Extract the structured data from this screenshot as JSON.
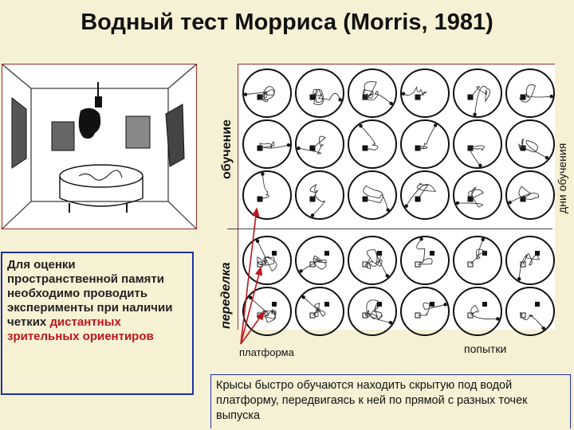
{
  "title": "Водный тест Морриса (Morris, 1981)",
  "labels": {
    "training": "обучение",
    "rearrangement": "переделка",
    "training_days": "дни обучения",
    "platform": "платформа",
    "trials": "попытки"
  },
  "info_box": {
    "normal": "Для оценки пространственной памяти необходимо проводить эксперименты при наличии четких ",
    "highlight": "дистантных зрительных ориентиров"
  },
  "caption": "Крысы быстро обучаются находить скрытую под водой платформу, передвигаясь к ней по прямой с разных точек выпуска",
  "colors": {
    "background": "#f6f1d4",
    "frame": "#9a2a2a",
    "box_border": "#1f2fa8",
    "highlight": "#c0141b",
    "arrow": "#c0141b"
  },
  "grid": {
    "rows": 5,
    "columns": 6,
    "training_rows": 3,
    "rearrangement_rows": 2
  }
}
